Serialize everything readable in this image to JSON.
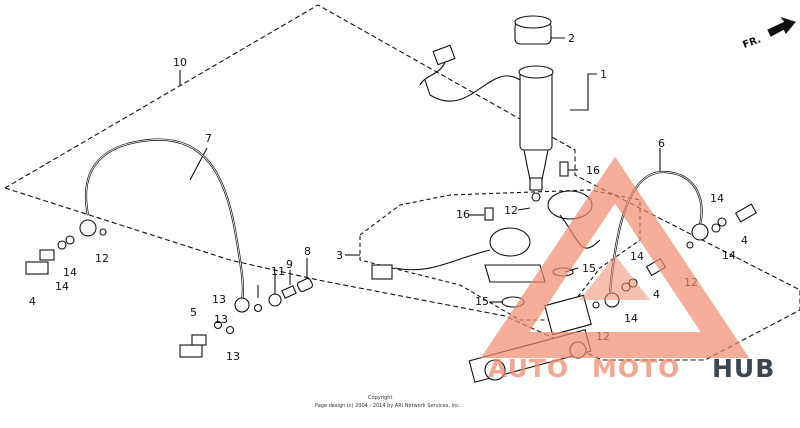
{
  "diagram": {
    "part_labels": [
      "1",
      "2",
      "3",
      "4",
      "4",
      "4",
      "5",
      "6",
      "7",
      "8",
      "9",
      "10",
      "11",
      "12",
      "12",
      "12",
      "12",
      "13",
      "13",
      "13",
      "14",
      "14",
      "14",
      "14",
      "14",
      "14",
      "15",
      "15",
      "16",
      "16"
    ],
    "direction_label": "FR.",
    "copyright_line1": "Copyright",
    "copyright_line2": "Page design (c) 2004 - 2014 by ARI Network Services, Inc."
  },
  "watermark": {
    "part1": "AUTO",
    "part2": "MOTO",
    "part3": "HUB",
    "accent_color": "#f08a6e",
    "dark_color": "#3c4650"
  }
}
